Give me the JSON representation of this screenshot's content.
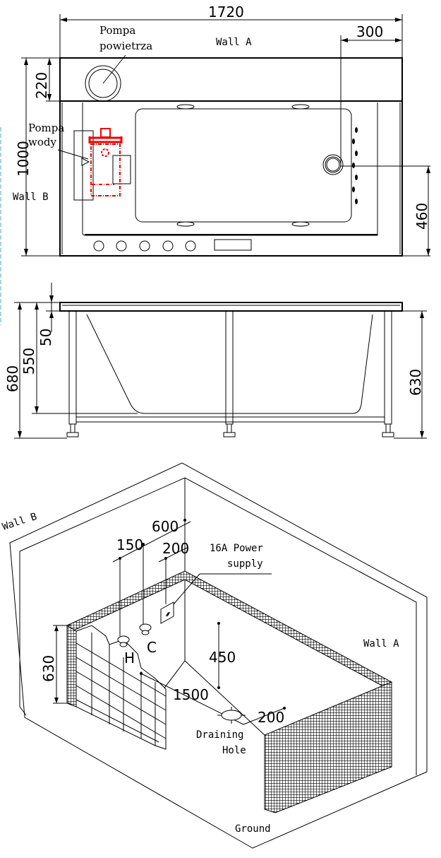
{
  "top_view": {
    "width_dim": "1720",
    "offset_dim": "300",
    "air_pump_label_1": "Pompa",
    "air_pump_label_2": "powietrza",
    "wall_a": "Wall A",
    "band_dim": "220",
    "water_pump_label_1": "Pompa",
    "water_pump_label_2": "wody",
    "depth_dim": "1000",
    "wall_b": "Wall B",
    "drain_dim": "460"
  },
  "side_view": {
    "total_height": "680",
    "tub_height": "550",
    "rim_height": "50",
    "frame_height": "630"
  },
  "install_view": {
    "wall_b": "Wall B",
    "dim_150": "150",
    "dim_600": "600",
    "dim_200_top": "200",
    "power_1": "16A Power",
    "power_2": "supply",
    "dim_630": "630",
    "hot": "H",
    "cold": "C",
    "dim_450": "450",
    "wall_a": "Wall A",
    "dim_1500": "1500",
    "dim_200": "200",
    "drain_1": "Draining",
    "drain_2": "Hole",
    "ground": "Ground"
  },
  "colors": {
    "line": "#000000",
    "pump_outline": "#e00000",
    "edge_marks": "#a8d4e0"
  }
}
